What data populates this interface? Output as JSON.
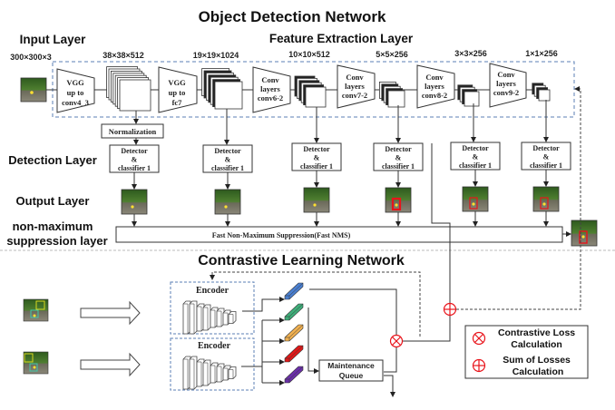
{
  "titles": {
    "main": "Object Detection Network",
    "feature": "Feature Extraction Layer",
    "contrastive": "Contrastive Learning Network"
  },
  "row_labels": {
    "input": "Input Layer",
    "detection": "Detection Layer",
    "output": "Output Layer",
    "nms_1": "non-maximum",
    "nms_2": "suppression layer"
  },
  "dims": [
    "300×300×3",
    "38×38×512",
    "19×19×1024",
    "10×10×512",
    "5×5×256",
    "3×3×256",
    "1×1×256"
  ],
  "blocks": [
    {
      "l1": "VGG",
      "l2": "up to",
      "l3": "conv4_3"
    },
    {
      "l1": "VGG",
      "l2": "up to",
      "l3": "fc7"
    },
    {
      "l1": "Conv",
      "l2": "layers",
      "l3": "conv6-2"
    },
    {
      "l1": "Conv",
      "l2": "layers",
      "l3": "conv7-2"
    },
    {
      "l1": "Conv",
      "l2": "layers",
      "l3": "conv8-2"
    },
    {
      "l1": "Conv",
      "l2": "layers",
      "l3": "conv9-2"
    }
  ],
  "normalization": "Normalization",
  "detector": {
    "l1": "Detector",
    "l2": "&",
    "l3": "classifier 1"
  },
  "nms_box": "Fast Non-Maximum Suppression(Fast NMS)",
  "encoder": "Encoder",
  "queue": {
    "l1": "Maintenance",
    "l2": "Queue"
  },
  "legend": {
    "contrastive_1": "Contrastive Loss",
    "contrastive_2": "Calculation",
    "sum_1": "Sum of Losses",
    "sum_2": "Calculation"
  },
  "colors": {
    "dashed_blue": "#5b7fb5",
    "red": "#e8141b",
    "vec_blue": "#4a7fd0",
    "vec_green": "#3fae7a",
    "vec_orange": "#f0b050",
    "vec_red": "#e01818",
    "vec_purple": "#6a2fa8"
  }
}
